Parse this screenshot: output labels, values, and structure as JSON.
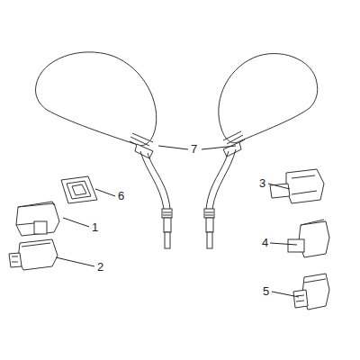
{
  "diagram": {
    "labels": [
      "7",
      "6",
      "1",
      "2",
      "3",
      "4",
      "5"
    ]
  }
}
